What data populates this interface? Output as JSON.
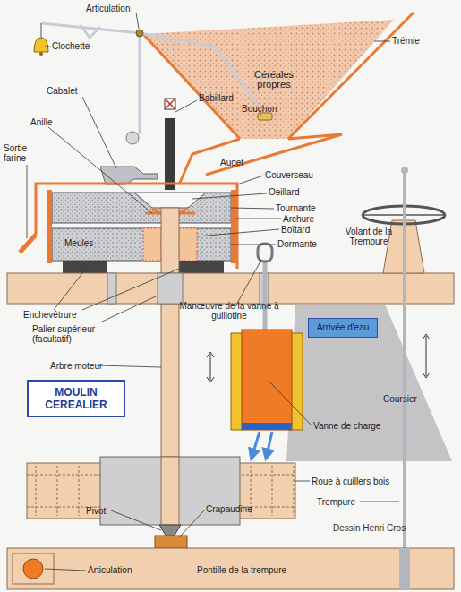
{
  "diagram": {
    "nodes": [
      {
        "text": [
          "MOULIN CEREALIER"
        ]
      },
      {
        "text": [
          "Arrivée d'eau"
        ]
      }
    ],
    "labels": [
      "Articulation",
      "Trémie",
      "Clochette",
      "Céréales propres",
      "Cabalet",
      "Babillard",
      "Bouchon",
      "Anille",
      "Auget",
      "Sortie farine",
      "Couverseau",
      "Oeillard",
      "Tournante",
      "Archure",
      "Meules",
      "Boïtard",
      "Dormante",
      "Volant de la Trempure",
      "Enchevêtrure",
      "Palier supérieur (facultatif)",
      "Arbre moteur",
      "Manœuvre de la vanne à guillotine",
      "Coursier",
      "Vanne de charge",
      "Roue à cuillers bois",
      "Trempure",
      "Pivot",
      "Crapaudine",
      "Dessin Henri Cros",
      "Articulation",
      "Pontille de la trempure"
    ]
  }
}
